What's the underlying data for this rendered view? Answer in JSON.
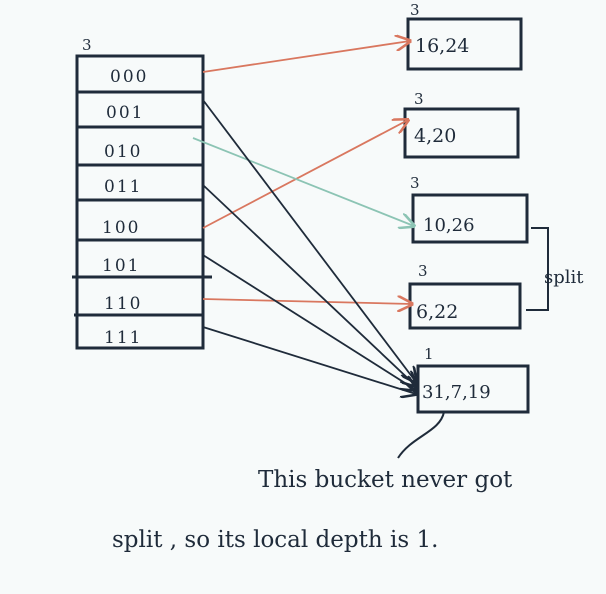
{
  "directory": {
    "global_depth": "3",
    "entries": [
      "000",
      "001",
      "010",
      "011",
      "100",
      "101",
      "110",
      "111"
    ]
  },
  "buckets": [
    {
      "local_depth": "3",
      "contents": "16,24"
    },
    {
      "local_depth": "3",
      "contents": "4,20"
    },
    {
      "local_depth": "3",
      "contents": "10,26"
    },
    {
      "local_depth": "3",
      "contents": "6,22"
    },
    {
      "local_depth": "1",
      "contents": "31,7,19"
    }
  ],
  "split_label": "split",
  "note": {
    "line1": "This bucket never got",
    "line2": "split , so its local depth is 1."
  },
  "colors": {
    "ink": "#1f2b3a",
    "red_arrow": "#d9775f",
    "green_arrow": "#8cc4b4",
    "background": "#f7fafa"
  }
}
